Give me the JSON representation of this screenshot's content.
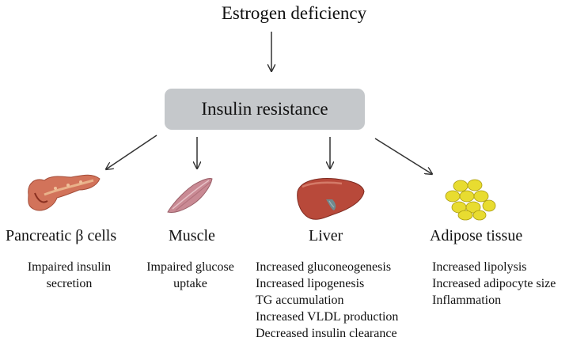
{
  "diagram": {
    "top_node": "Estrogen deficiency",
    "center_node": "Insulin resistance",
    "targets": [
      {
        "label": "Pancreatic β cells",
        "icon": "pancreas-icon",
        "effects": [
          "Impaired insulin",
          "secretion"
        ]
      },
      {
        "label": "Muscle",
        "icon": "muscle-icon",
        "effects": [
          "Impaired glucose",
          "uptake"
        ]
      },
      {
        "label": "Liver",
        "icon": "liver-icon",
        "effects": [
          "Increased gluconeogenesis",
          "Increased lipogenesis",
          "TG accumulation",
          "Increased VLDL production",
          "Decreased insulin clearance"
        ]
      },
      {
        "label": "Adipose tissue",
        "icon": "adipocytes-icon",
        "effects": [
          "Increased lipolysis",
          "Increased adipocyte size",
          "Inflammation"
        ]
      }
    ]
  },
  "colors": {
    "box_fill": "#c5c8cb",
    "arrow": "#333333",
    "pancreas": "#d2735a",
    "muscle": "#c98a94",
    "liver": "#b8493a",
    "adipocyte": "#e8dc30"
  }
}
